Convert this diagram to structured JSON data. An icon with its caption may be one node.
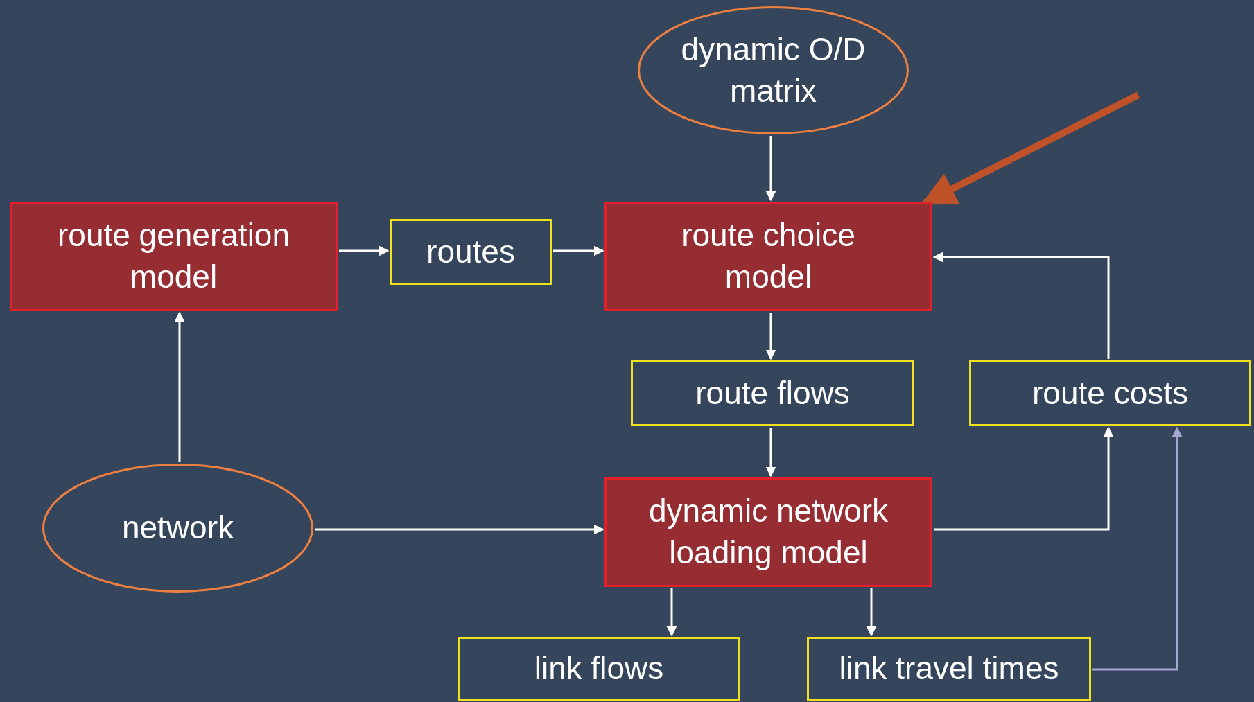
{
  "diagram": {
    "nodes": [
      {
        "text": [
          "dynamic O/D matrix"
        ]
      },
      {
        "text": [
          "route generation model"
        ]
      },
      {
        "text": [
          "routes"
        ]
      },
      {
        "text": [
          "route choice model"
        ]
      },
      {
        "text": [
          "route flows"
        ]
      },
      {
        "text": [
          "route costs"
        ]
      },
      {
        "text": [
          "network"
        ]
      },
      {
        "text": [
          "dynamic network loading model"
        ]
      },
      {
        "text": [
          "link flows"
        ]
      },
      {
        "text": [
          "link travel times"
        ]
      }
    ],
    "edges": [
      {
        "from": 0,
        "to": 3,
        "arrow": "to"
      },
      {
        "from": 1,
        "to": 2,
        "arrow": "to"
      },
      {
        "from": 2,
        "to": 3,
        "arrow": "to"
      },
      {
        "from": 3,
        "to": 4,
        "arrow": "to"
      },
      {
        "from": 4,
        "to": 7,
        "arrow": "to"
      },
      {
        "from": 6,
        "to": 1,
        "arrow": "to"
      },
      {
        "from": 6,
        "to": 7,
        "arrow": "to"
      },
      {
        "from": 7,
        "to": 5,
        "arrow": "to"
      },
      {
        "from": 5,
        "to": 3,
        "arrow": "to"
      },
      {
        "from": 7,
        "to": 8,
        "arrow": "to"
      },
      {
        "from": 7,
        "to": 9,
        "arrow": "to"
      },
      {
        "from": 9,
        "to": 5,
        "arrow": "to",
        "color": "#a9a4d6"
      },
      {
        "from": null,
        "to": 3,
        "arrow": "to",
        "style": "thick",
        "color": "#c0522a"
      }
    ]
  }
}
